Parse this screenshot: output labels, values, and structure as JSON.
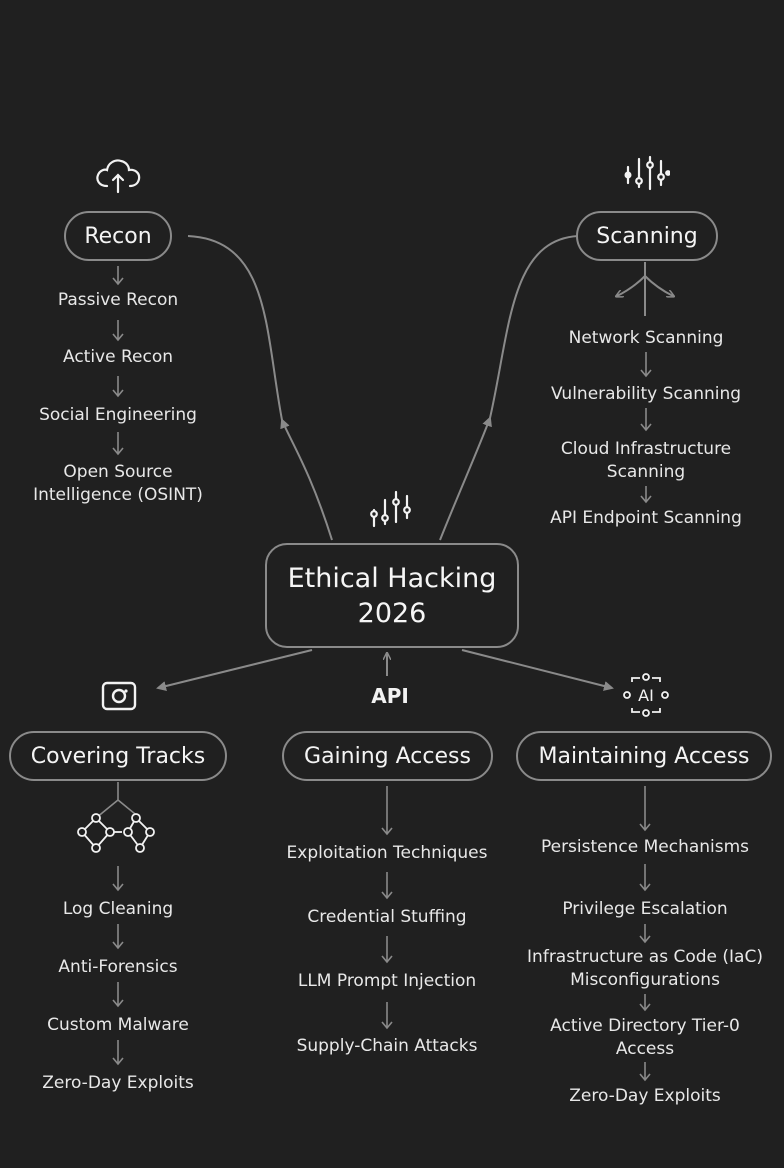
{
  "central": {
    "line1": "Ethical Hacking",
    "line2": "2026"
  },
  "api_label": "API",
  "recon": {
    "title": "Recon",
    "items": [
      "Passive Recon",
      "Active Recon",
      "Social Engineering",
      "Open Source",
      "Intelligence (OSINT)"
    ]
  },
  "scanning": {
    "title": "Scanning",
    "items": [
      "Network Scanning",
      "Vulnerability Scanning",
      "Cloud Infrastructure",
      "Scanning",
      "API Endpoint Scanning"
    ]
  },
  "covering": {
    "title": "Covering Tracks",
    "items": [
      "Log Cleaning",
      "Anti-Forensics",
      "Custom Malware",
      "Zero-Day Exploits"
    ]
  },
  "gaining": {
    "title": "Gaining Access",
    "items": [
      "Exploitation Techniques",
      "Credential Stuffing",
      "LLM Prompt Injection",
      "Supply-Chain Attacks"
    ]
  },
  "maintaining": {
    "title": "Maintaining Access",
    "items": [
      "Persistence Mechanisms",
      "Privilege Escalation",
      "Infrastructure as Code (IaC)",
      "Misconfigurations",
      "Active Directory Tier-0",
      "Access",
      "Zero-Day Exploits"
    ]
  },
  "icons": {
    "recon": "cloud-upload-icon",
    "scanning": "sliders-icon",
    "central": "sliders-icon",
    "covering": "camera-square-icon",
    "covering_graph": "node-graph-icon",
    "maintaining": "ai-chip-icon",
    "maintaining_text": "AI"
  },
  "colors": {
    "background": "#202020",
    "line": "#8a8a8a",
    "text": "#f2f2f2"
  }
}
